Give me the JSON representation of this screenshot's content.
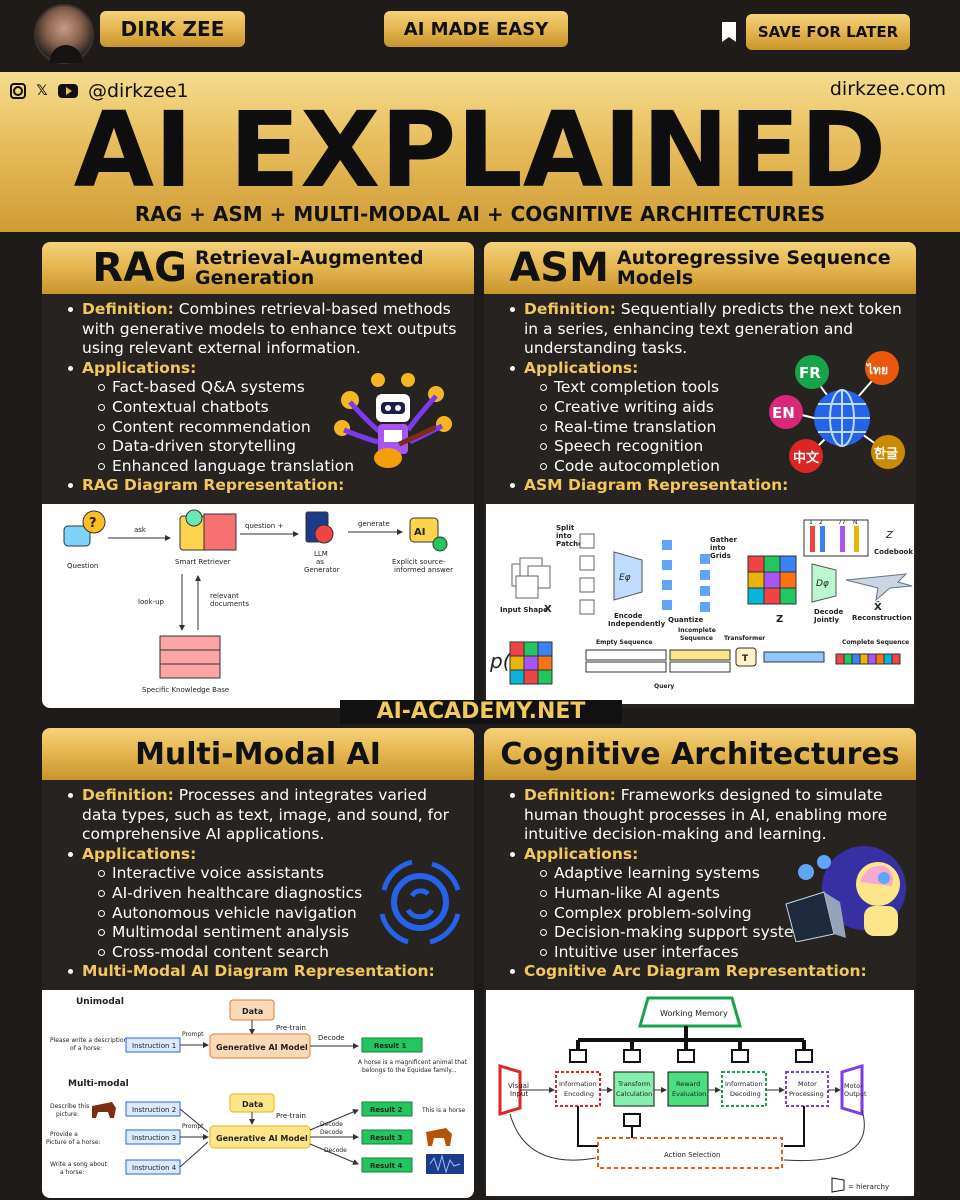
{
  "header": {
    "name": "DIRK ZEE",
    "tagline": "AI MADE EASY",
    "save_label": "SAVE FOR LATER",
    "handle": "@dirkzee1",
    "site": "dirkzee.com"
  },
  "hero": {
    "title": "AI EXPLAINED",
    "subtitle": "RAG + ASM + MULTI-MODAL AI + COGNITIVE ARCHITECTURES"
  },
  "watermark": "AI-ACADEMY.NET",
  "rag": {
    "title_big": "RAG",
    "title_line1": "Retrieval-Augmented",
    "title_line2": "Generation",
    "definition_label": "Definition:",
    "definition": "Combines retrieval-based methods with generative models to enhance text outputs using relevant external information.",
    "applications_label": "Applications:",
    "applications": [
      "Fact-based Q&A systems",
      "Contextual chatbots",
      "Content recommendation",
      "Data-driven storytelling",
      "Enhanced language translation"
    ],
    "diagram_label": "RAG Diagram Representation:",
    "diagram": {
      "question": "Question",
      "ask": "ask",
      "retriever": "Smart Retriever",
      "question_plus": "question +",
      "llm": "LLM",
      "as": "as",
      "generator": "Generator",
      "generate": "generate",
      "answer1": "Explicit source-",
      "answer2": "informed answer",
      "lookup": "look-up",
      "relevant": "relevant",
      "documents": "documents",
      "kb": "Specific Knowledge Base"
    }
  },
  "asm": {
    "title_big": "ASM",
    "title_line1": "Autoregressive Sequence",
    "title_line2": "Models",
    "definition_label": "Definition:",
    "definition": "Sequentially predicts the next token in a series, enhancing text generation and understanding tasks.",
    "applications_label": "Applications:",
    "applications": [
      "Text completion tools",
      "Creative writing aids",
      "Real-time translation",
      "Speech recognition",
      "Code autocompletion"
    ],
    "diagram_label": "ASM Diagram Representation:",
    "languages": [
      "FR",
      "ไทย",
      "EN",
      "中文",
      "한글"
    ],
    "diagram": {
      "split": "Split",
      "into": "into",
      "patches": "Patches",
      "input_shape": "Input Shape",
      "x": "X",
      "encode": "Encode",
      "independently": "Independently",
      "e_phi": "Eφ",
      "quantize": "Quantize",
      "gather": "Gather",
      "into2": "into",
      "grids": "Grids",
      "z": "Z",
      "d_phi": "Dφ",
      "decode": "Decode",
      "jointly": "Jointly",
      "codebook": "Codebook",
      "z_script": "Z",
      "xhat": "X̂",
      "reconstruction": "Reconstruction",
      "empty": "Empty Sequence",
      "incomplete": "Incomplete",
      "sequence": "Sequence",
      "transformer": "Transformer",
      "t": "T",
      "complete": "Complete Sequence",
      "query": "Query",
      "p": "p(",
      "codebook_idx": [
        "1",
        "2",
        "77",
        "N"
      ]
    }
  },
  "mm": {
    "title": "Multi-Modal AI",
    "definition_label": "Definition:",
    "definition": "Processes and integrates varied data types, such as text, image, and sound, for comprehensive AI applications.",
    "applications_label": "Applications:",
    "applications": [
      "Interactive voice assistants",
      "AI-driven healthcare diagnostics",
      "Autonomous vehicle navigation",
      "Multimodal sentiment analysis",
      "Cross-modal content search"
    ],
    "diagram_label": "Multi-Modal AI Diagram Representation:",
    "diagram": {
      "unimodal": "Unimodal",
      "data": "Data",
      "pretrain": "Pre-train",
      "prompt": "Prompt",
      "uni_q1": "Please write a description",
      "uni_q2": "of a horse:",
      "instr1": "Instruction 1",
      "model": "Generative AI Model",
      "decode": "Decode",
      "result1": "Result 1",
      "res1a": "A horse is a magnificent animal that",
      "res1b": "belongs to the Equidae family...",
      "multimodal": "Multi-modal",
      "d1a": "Describe this",
      "d1b": "picture:",
      "d2a": "Provide a",
      "d2b": "Picture of a horse:",
      "d3a": "Write a song about",
      "d3b": "a horse:",
      "instr2": "Instruction 2",
      "instr3": "Instruction 3",
      "instr4": "Instruction 4",
      "result2": "Result 2",
      "result3": "Result 3",
      "result4": "Result 4",
      "this_horse": "This is a horse"
    }
  },
  "cog": {
    "title": "Cognitive Architectures",
    "definition_label": "Definition:",
    "definition": "Frameworks designed to simulate human thought processes in AI, enabling more intuitive decision-making and learning.",
    "applications_label": "Applications:",
    "applications": [
      "Adaptive learning systems",
      "Human-like AI agents",
      "Complex problem-solving",
      "Decision-making support systems",
      "Intuitive user interfaces"
    ],
    "diagram_label": "Cognitive Arc Diagram Representation:",
    "diagram": {
      "wm": "Working Memory",
      "visual": "Visual",
      "input": "Input",
      "ie1": "Information",
      "ie2": "Encoding",
      "tc1": "Transform",
      "tc2": "Calculation",
      "re1": "Reward",
      "re2": "Evaluation",
      "id1": "Information",
      "id2": "Decoding",
      "mp1": "Motor",
      "mp2": "Processing",
      "mo1": "Motor",
      "mo2": "Output",
      "as": "Action Selection",
      "hier": "= hierarchy"
    }
  },
  "colors": {
    "gold": "#e6b752",
    "label": "#f2c75c",
    "card": "#262321",
    "bg": "#1f1b18"
  }
}
